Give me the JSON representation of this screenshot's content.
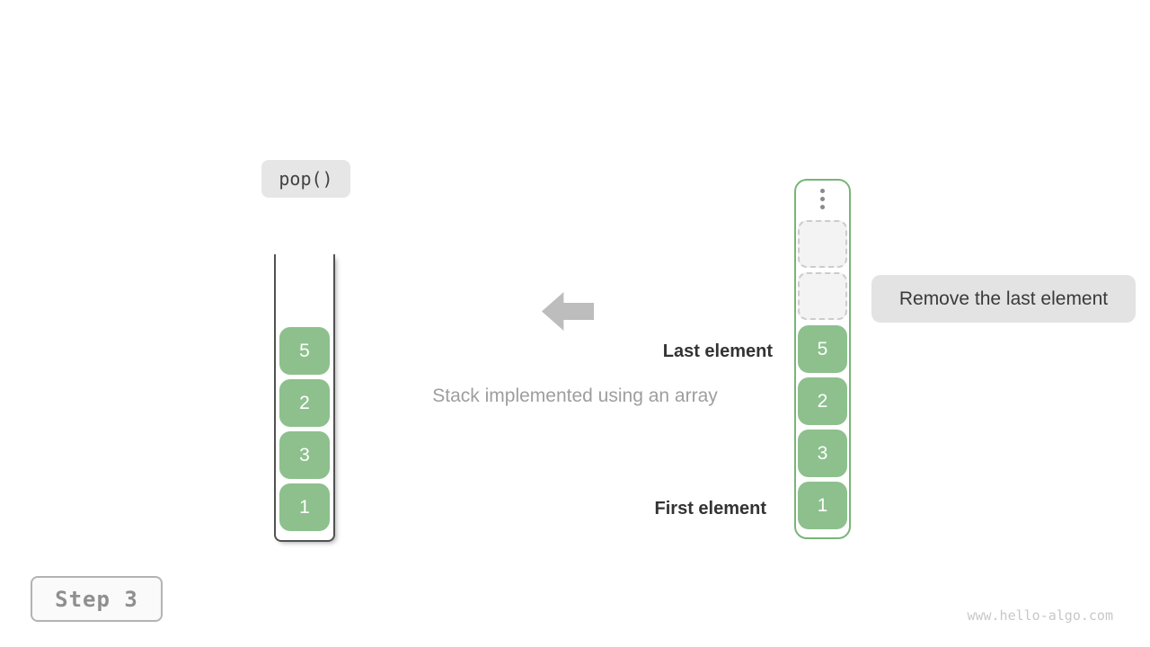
{
  "operation": {
    "label": "pop()"
  },
  "step": {
    "label": "Step 3"
  },
  "watermark": {
    "text": "www.hello-algo.com"
  },
  "caption": {
    "text": "Stack implemented using an array"
  },
  "labels": {
    "last_element": "Last element",
    "first_element": "First element",
    "remove_note": "Remove the last element"
  },
  "stack": {
    "cells": [
      "5",
      "2",
      "3",
      "1"
    ]
  },
  "array": {
    "empty_slots": 2,
    "ellipsis_icon": "vertical-ellipsis",
    "cells": [
      "5",
      "2",
      "3",
      "1"
    ]
  },
  "colors": {
    "cell_fill": "#8dc08d",
    "array_border": "#77b577",
    "stack_border": "#515151",
    "arrow": "#bdbdbd",
    "note_bg": "#e3e3e3",
    "op_bg": "#e6e6e6",
    "step_bg": "#fafafa",
    "step_text": "#8f8f8f",
    "caption_text": "#9e9e9e",
    "watermark_text": "#c8c8c8"
  }
}
